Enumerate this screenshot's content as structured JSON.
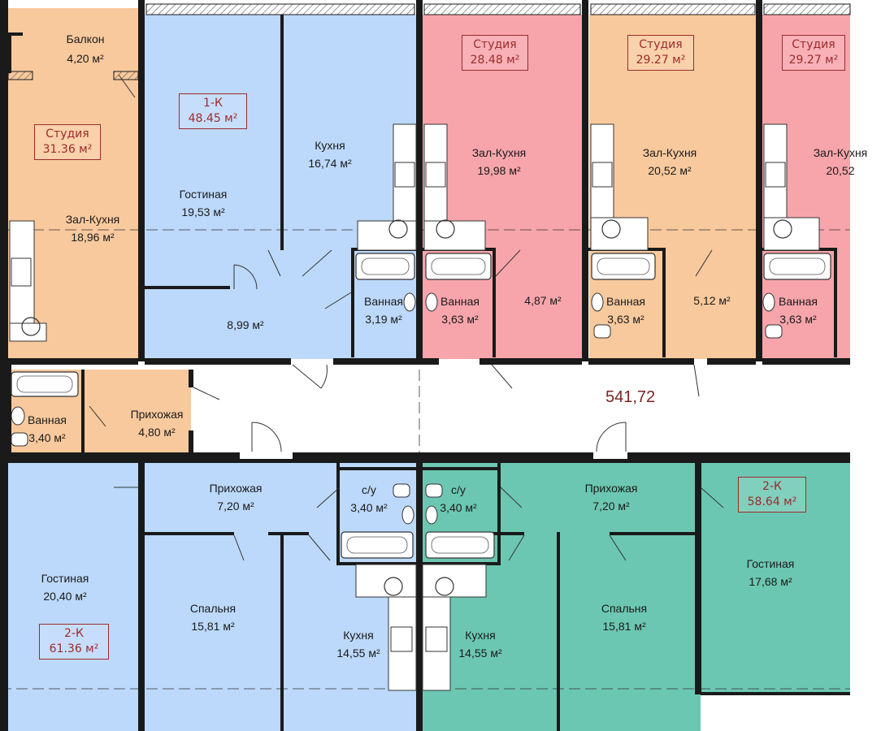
{
  "colors": {
    "orange": "#f8c99d",
    "blue": "#bcd9fb",
    "red": "#f7a5ab",
    "green": "#6cc7b2",
    "corridor": "#ffffff",
    "wall": "#1a1a1a",
    "badge_stroke": "#9c2b2b"
  },
  "units": [
    {
      "type": "Студия",
      "area": "31.36 м²",
      "color": "orange"
    },
    {
      "type": "1-К",
      "area": "48.45 м²",
      "color": "blue"
    },
    {
      "type": "Студия",
      "area": "28.48 м²",
      "color": "red"
    },
    {
      "type": "Студия",
      "area": "29.27 м²",
      "color": "orange"
    },
    {
      "type": "Студия",
      "area": "29.27 м²",
      "color": "red"
    },
    {
      "type": "2-К",
      "area": "61.36 м²",
      "color": "blue"
    },
    {
      "type": "2-К",
      "area": "58.64 м²",
      "color": "green"
    }
  ],
  "rooms": {
    "balcony": {
      "name": "Балкон",
      "area": "4,20 м²"
    },
    "s1_hall_kitchen": {
      "name": "Зал-Кухня",
      "area": "18,96 м²"
    },
    "k1_living": {
      "name": "Гостиная",
      "area": "19,53 м²"
    },
    "k1_kitchen": {
      "name": "Кухня",
      "area": "16,74 м²"
    },
    "k1_hall": {
      "name": "",
      "area": "8,99 м²"
    },
    "k1_bath": {
      "name": "Ванная",
      "area": "3,19 м²"
    },
    "s2_hall_kitchen": {
      "name": "Зал-Кухня",
      "area": "19,98 м²"
    },
    "s2_bath": {
      "name": "Ванная",
      "area": "3,63 м²"
    },
    "s2_hall": {
      "name": "",
      "area": "4,87 м²"
    },
    "s3_hall_kitchen": {
      "name": "Зал-Кухня",
      "area": "20,52 м²"
    },
    "s3_bath": {
      "name": "Ванная",
      "area": "3,63 м²"
    },
    "s3_hall": {
      "name": "",
      "area": "5,12 м²"
    },
    "s4_hall_kitchen": {
      "name": "Зал-Кухня",
      "area": "20,52"
    },
    "s4_bath": {
      "name": "Ванная",
      "area": "3,63 м²"
    },
    "s1_bath": {
      "name": "Ванная",
      "area": "3,40 м²"
    },
    "s1_entry": {
      "name": "Прихожая",
      "area": "4,80 м²"
    },
    "corridor": {
      "area": "541,72"
    },
    "k2a_entry": {
      "name": "Прихожая",
      "area": "7,20 м²"
    },
    "k2a_living": {
      "name": "Гостиная",
      "area": "20,40 м²"
    },
    "k2a_bedroom": {
      "name": "Спальня",
      "area": "15,81 м²"
    },
    "k2a_kitchen": {
      "name": "Кухня",
      "area": "14,55 м²"
    },
    "k2a_wc": {
      "name": "с/у",
      "area": "3,40 м²"
    },
    "k2b_wc": {
      "name": "с/у",
      "area": "3,40 м²"
    },
    "k2b_kitchen": {
      "name": "Кухня",
      "area": "14,55 м²"
    },
    "k2b_entry": {
      "name": "Прихожая",
      "area": "7,20 м²"
    },
    "k2b_bedroom": {
      "name": "Спальня",
      "area": "15,81 м²"
    },
    "k2b_living": {
      "name": "Гостиная",
      "area": "17,68 м²"
    }
  }
}
